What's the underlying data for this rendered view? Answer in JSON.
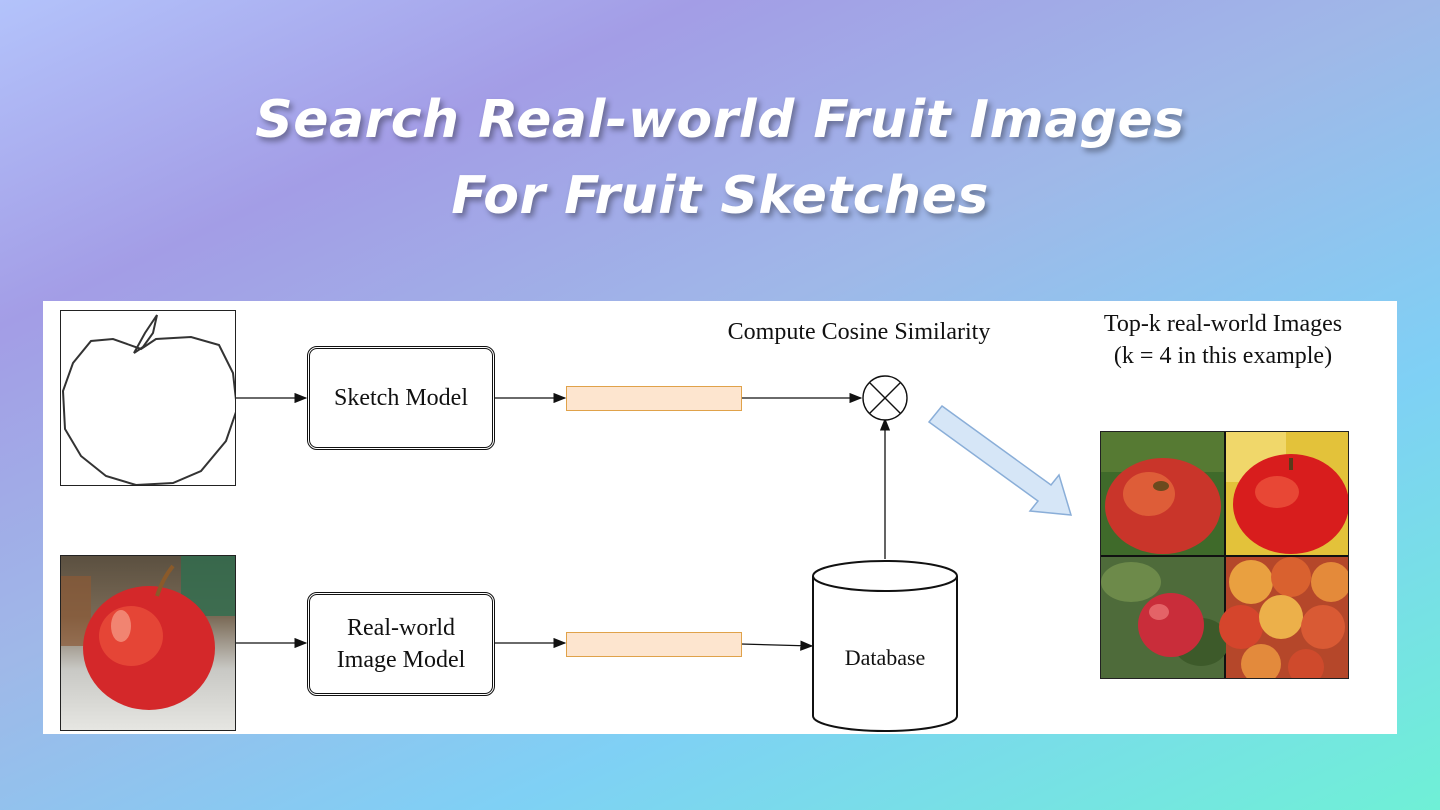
{
  "title": {
    "line1": "Search Real-world Fruit Images",
    "line2": "For Fruit Sketches"
  },
  "diagram": {
    "sketch_model_label": "Sketch Model",
    "real_model_line1": "Real-world",
    "real_model_line2": "Image Model",
    "cosine_label": "Compute Cosine Similarity",
    "database_label": "Database",
    "topk_line1": "Top-k real-world Images",
    "topk_line2": "(k = 4 in this example)"
  },
  "colors": {
    "feature_fill": "#fde5cf",
    "feature_border": "#e0a24a",
    "arrow_fill": "#d6e6f7",
    "arrow_border": "#8aaed8"
  },
  "icons": {
    "multiply": "circle-times-icon",
    "database": "cylinder-database-icon",
    "sketch": "apple-sketch-image",
    "photo": "apple-photo-image"
  }
}
